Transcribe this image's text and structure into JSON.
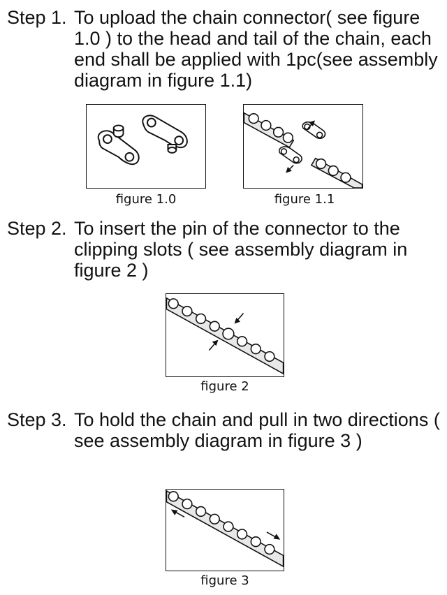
{
  "steps": [
    {
      "label": "Step 1.",
      "text": "To upload the chain connector( see figure 1.0 ) to the head and tail of the chain, each end shall be applied with 1pc(see assembly diagram in figure 1.1)"
    },
    {
      "label": "Step 2.",
      "text": "To insert the pin of the connector to the clipping slots ( see assembly diagram in figure 2 )"
    },
    {
      "label": "Step 3.",
      "text": "To hold the chain and pull in two directions ( see assembly diagram in figure 3 )"
    }
  ],
  "figures": {
    "fig_1_0": "figure 1.0",
    "fig_1_1": "figure 1.1",
    "fig_2": "figure 2",
    "fig_3": "figure 3"
  }
}
